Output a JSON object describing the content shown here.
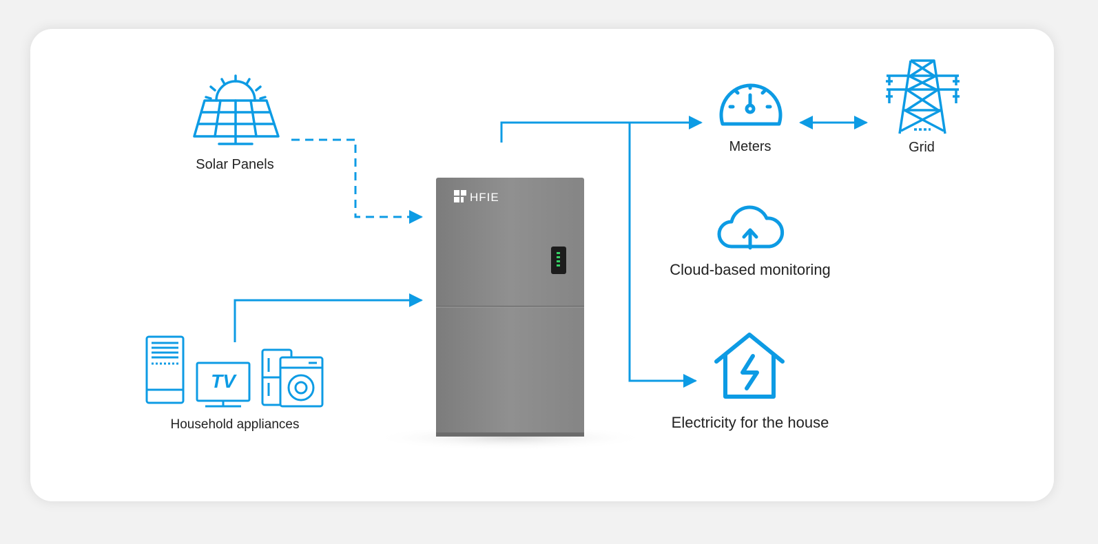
{
  "colors": {
    "accent": "#0d9be4",
    "cabinet": "#888888",
    "text": "#222222",
    "background": "#ffffff"
  },
  "labels": {
    "solar": "Solar Panels",
    "appliances": "Household appliances",
    "meters": "Meters",
    "grid": "Grid",
    "cloud": "Cloud-based monitoring",
    "house": "Electricity for the house",
    "brand": "HFIE",
    "tv": "TV"
  },
  "icons": {
    "solar": "solar-panel-icon",
    "appliances": "household-appliances-icon",
    "meters": "meter-gauge-icon",
    "grid": "power-tower-icon",
    "cloud": "cloud-upload-icon",
    "house": "house-lightning-icon"
  }
}
